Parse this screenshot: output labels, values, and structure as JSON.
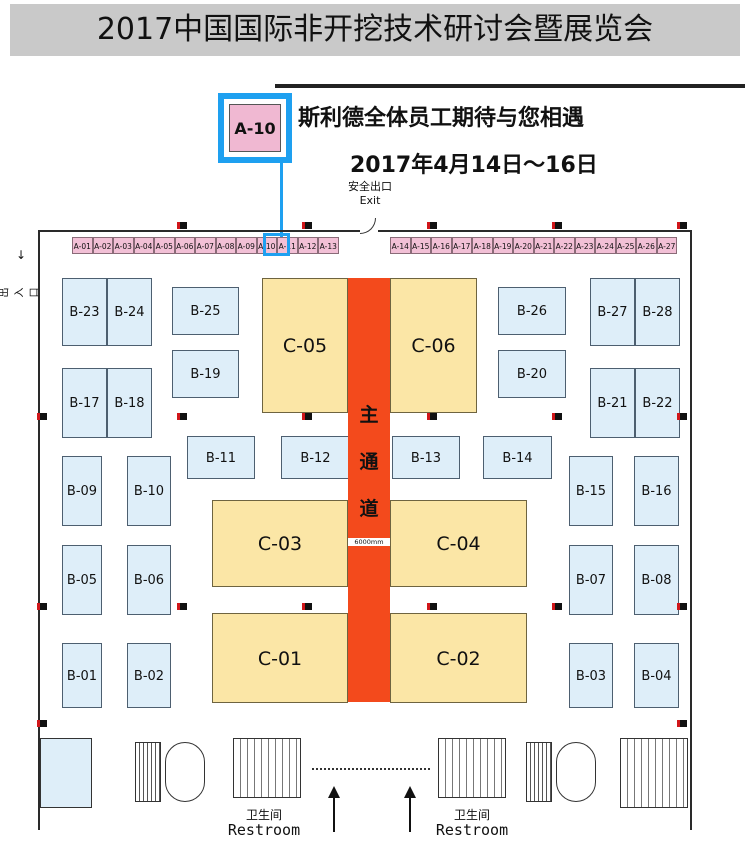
{
  "header": {
    "title": "2017中国国际非开挖技术研讨会暨展览会",
    "slogan": "斯利德全体员工期待与您相遇",
    "date": "2017年4月14日～16日"
  },
  "callout": {
    "label": "A-10"
  },
  "exit": {
    "label_cn": "安全出口",
    "label_en": "Exit"
  },
  "entrance": {
    "label": "出入口"
  },
  "aisle": {
    "chars": [
      "主",
      "通",
      "道"
    ],
    "width_label": "6000mm"
  },
  "restrooms": [
    {
      "cn": "卫生间",
      "en": "Restroom"
    },
    {
      "cn": "卫生间",
      "en": "Restroom"
    }
  ],
  "booths_a": [
    "A-01",
    "A-02",
    "A-03",
    "A-04",
    "A-05",
    "A-06",
    "A-07",
    "A-08",
    "A-09",
    "A-10",
    "A-11",
    "A-12",
    "A-13",
    "A-14",
    "A-15",
    "A-16",
    "A-17",
    "A-18",
    "A-19",
    "A-20",
    "A-21",
    "A-22",
    "A-23",
    "A-24",
    "A-25",
    "A-26",
    "A-27"
  ],
  "booths_b": [
    "B-01",
    "B-02",
    "B-03",
    "B-04",
    "B-05",
    "B-06",
    "B-07",
    "B-08",
    "B-09",
    "B-10",
    "B-11",
    "B-12",
    "B-13",
    "B-14",
    "B-15",
    "B-16",
    "B-17",
    "B-18",
    "B-19",
    "B-20",
    "B-21",
    "B-22",
    "B-23",
    "B-24",
    "B-25",
    "B-26",
    "B-27",
    "B-28"
  ],
  "booths_c": [
    "C-01",
    "C-02",
    "C-03",
    "C-04",
    "C-05",
    "C-06"
  ],
  "colors": {
    "a_booth": "#f2c0d6",
    "b_booth": "#deeef9",
    "c_booth": "#fbe6a6",
    "main_aisle": "#f34a1c",
    "highlight": "#1ea0f0"
  }
}
